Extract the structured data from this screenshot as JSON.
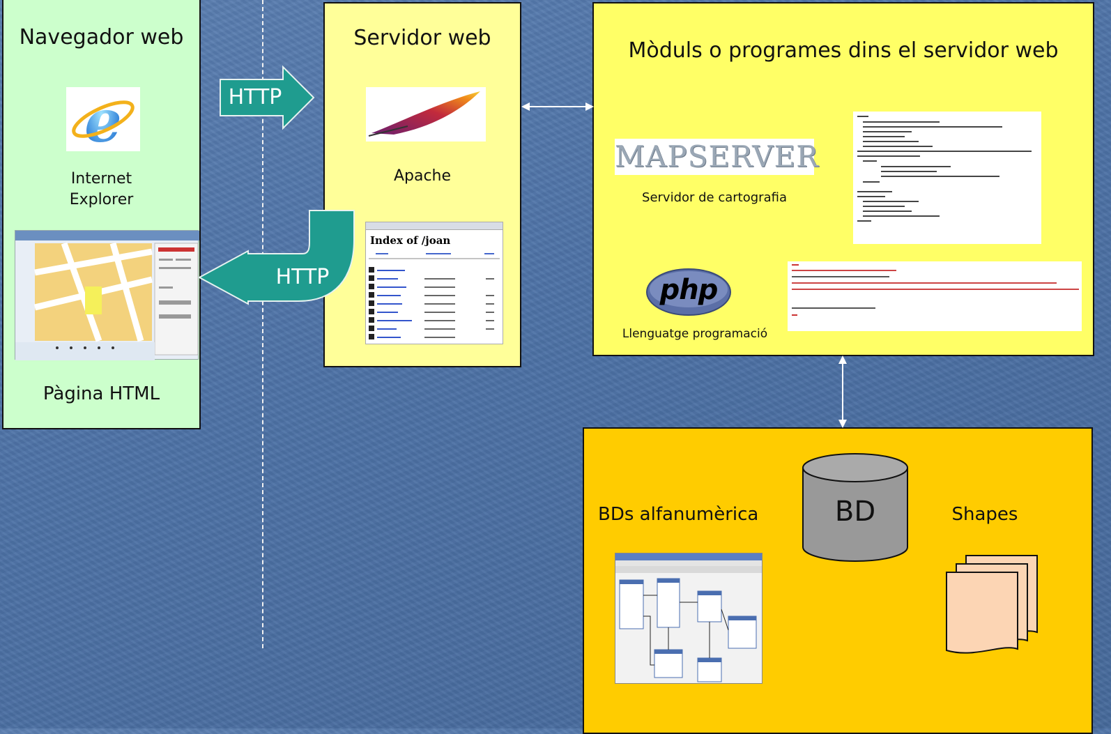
{
  "browser": {
    "title": "Navegador web",
    "ie_label_line1": "Internet",
    "ie_label_line2": "Explorer",
    "page_label": "Pàgina HTML"
  },
  "webserver": {
    "title": "Servidor web",
    "apache_label": "Apache",
    "index_title": "Index of /joan"
  },
  "modules": {
    "title": "Mòduls o programes dins el servidor web",
    "mapserver_logo": "MAPSERVER",
    "mapserver_label": "Servidor de cartografia",
    "php_logo": "php",
    "php_label": "Llenguatge programació"
  },
  "arrows": {
    "http_request": "HTTP",
    "http_response": "HTTP"
  },
  "database": {
    "alfa_label": "BDs alfanumèrica",
    "bd_label": "BD",
    "shapes_label": "Shapes"
  },
  "colors": {
    "browser_bg": "#ccffcc",
    "webserver_bg": "#ffff99",
    "modules_bg": "#ffff66",
    "db_bg": "#ffcc00",
    "arrow_fill": "#1f9c8f"
  }
}
